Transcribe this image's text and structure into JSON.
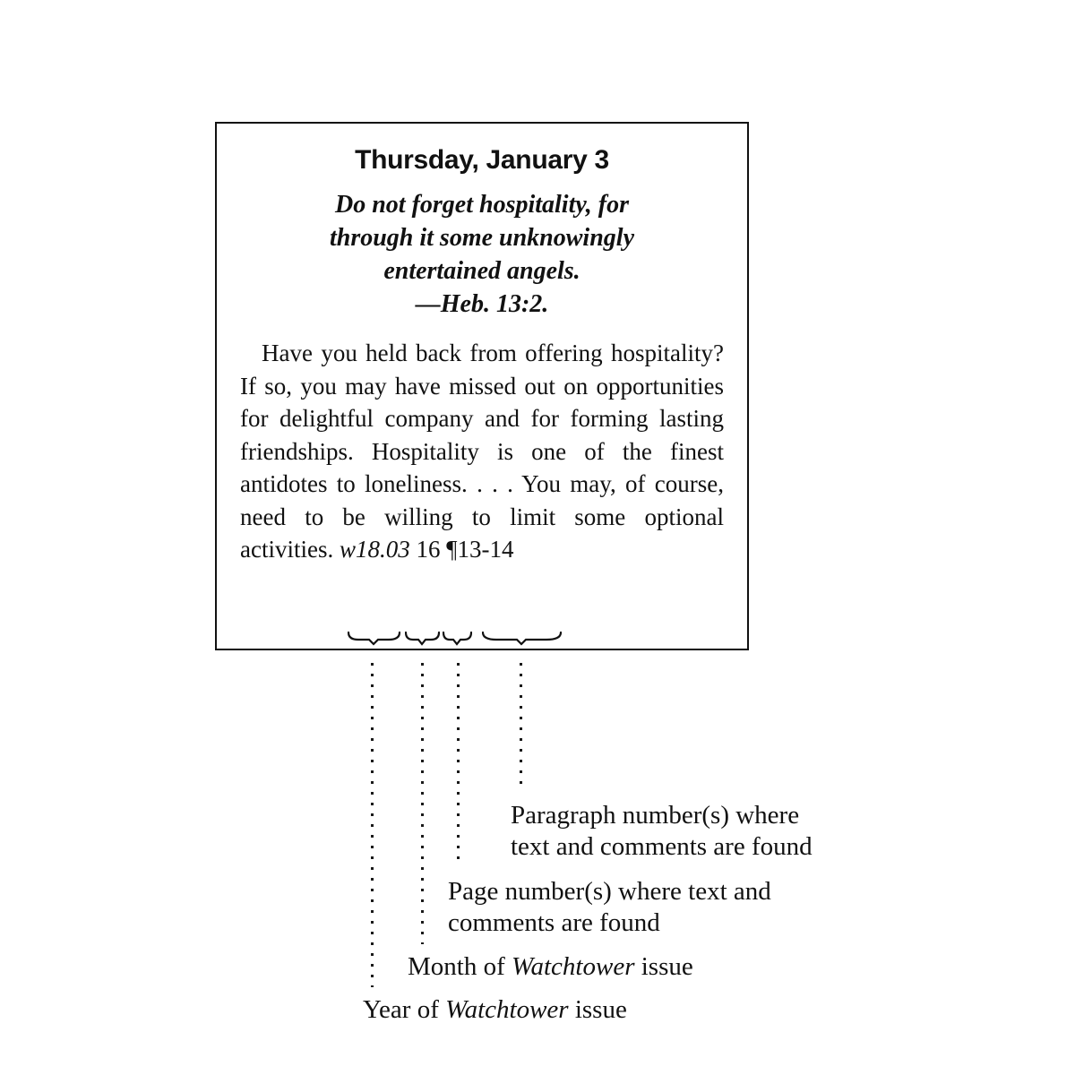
{
  "card": {
    "date_heading": "Thursday, January 3",
    "scripture_lines": [
      "Do not forget hospitality, for",
      "through it some unknowingly",
      "entertained angels.",
      "—Heb. 13:2."
    ],
    "body_text": "Have you held back from offering hospitality? If so, you may have missed out on opportunities for delightful company and for forming lasting friendships. Hospitality is one of the finest antidotes to loneliness. . . . You may, of course, need to be willing to limit some optional activities.",
    "citation": {
      "issue": "w18.03",
      "page": "16",
      "paragraphs": "¶13-14"
    }
  },
  "annotations": {
    "paragraph": {
      "lines": [
        "Paragraph number(s) where",
        "text and comments are found"
      ]
    },
    "page": {
      "lines": [
        "Page number(s) where text and",
        "comments are found"
      ]
    },
    "month": {
      "prefix": "Month of ",
      "italic": "Watchtower",
      "suffix": " issue"
    },
    "year": {
      "prefix": "Year of ",
      "italic": "Watchtower",
      "suffix": " issue"
    }
  }
}
